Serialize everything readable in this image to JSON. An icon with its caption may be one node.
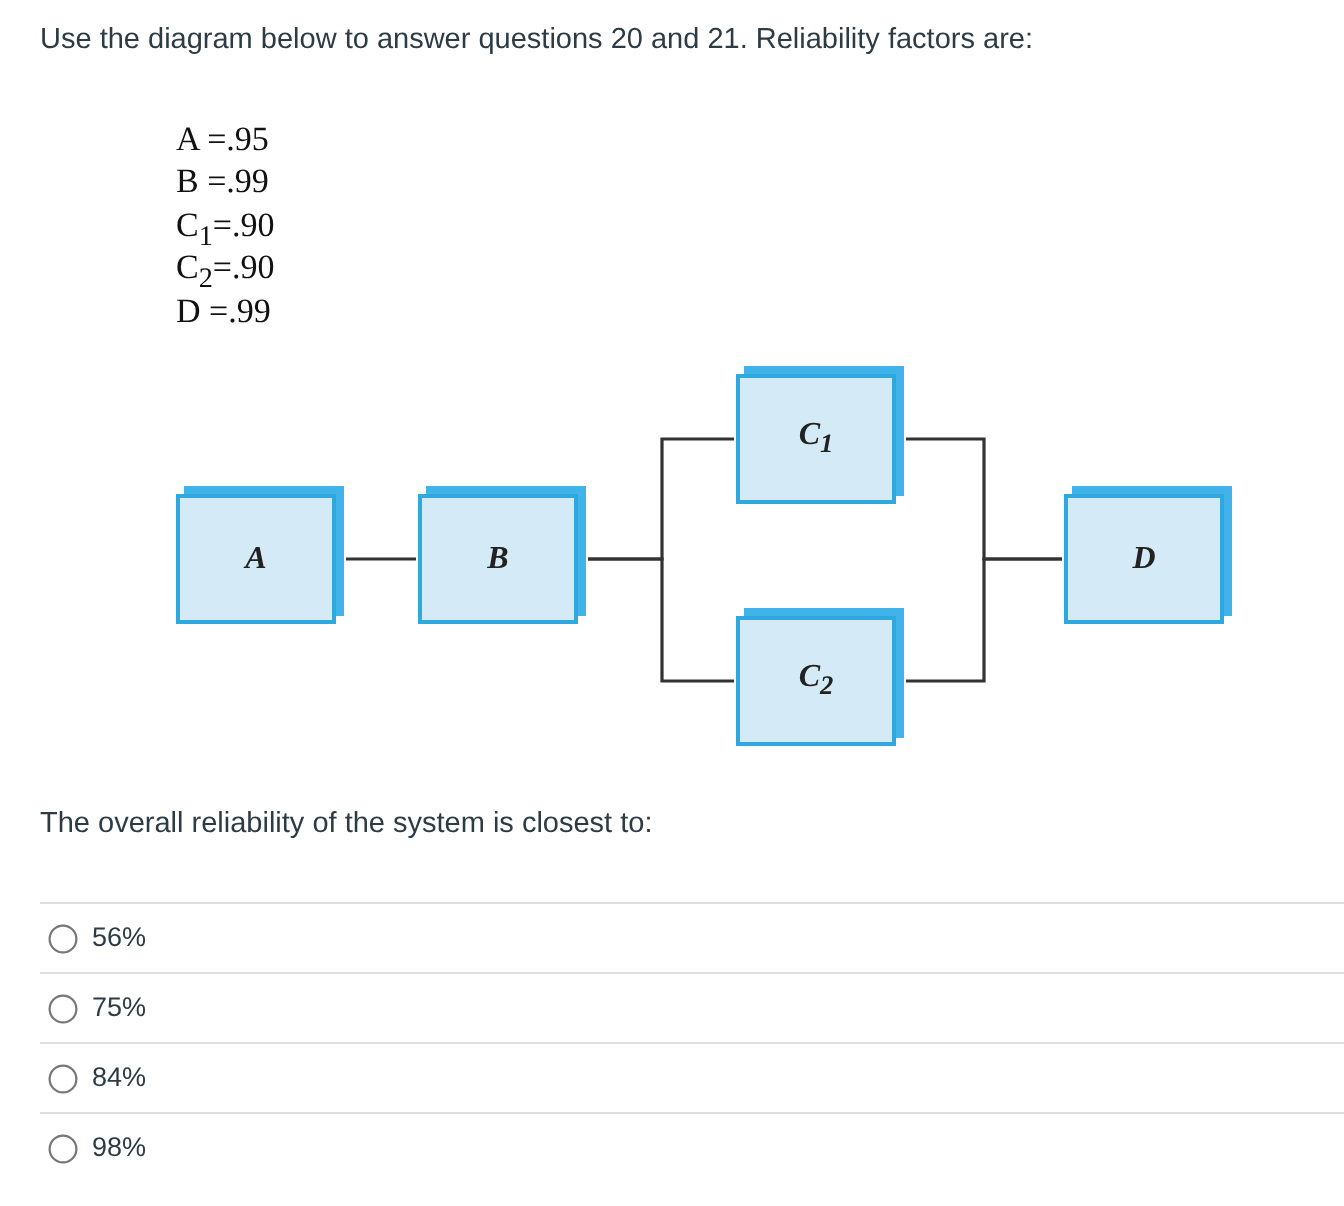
{
  "diagram": {
    "title": "Use the diagram below to answer questions 20 and 21. Reliability factors are:",
    "nodes": [
      {
        "text": [
          "A"
        ]
      },
      {
        "text": [
          "B"
        ]
      },
      {
        "text": [
          "C$_{1}$"
        ]
      },
      {
        "text": [
          "C$_{2}$"
        ]
      },
      {
        "text": [
          "D"
        ]
      }
    ],
    "edges": [
      {
        "from": 0,
        "to": 1,
        "arrow": "none"
      },
      {
        "from": 1,
        "to": 2,
        "arrow": "none"
      },
      {
        "from": 1,
        "to": 3,
        "arrow": "none"
      },
      {
        "from": 2,
        "to": 4,
        "arrow": "none"
      },
      {
        "from": 3,
        "to": 4,
        "arrow": "none"
      }
    ],
    "labels": [
      "A =.95",
      "B =.99",
      "C$_{1}$=.90",
      "C$_{2}$=.90",
      "D =.99",
      "The overall reliability of the system is closest to:",
      "56%",
      "75%",
      "84%",
      "98%"
    ]
  }
}
